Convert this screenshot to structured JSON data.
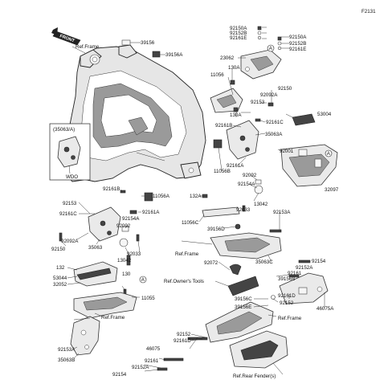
{
  "page_id": "F2131",
  "front_label": "FRONT",
  "callouts": {
    "A": "A"
  },
  "inset_box": {
    "title": "(35063/A)",
    "sub_label": "WDO"
  },
  "parts": {
    "p92150a_t": "92150A",
    "p92152b_t": "92152B",
    "p92161e_t": "92161E",
    "p92150a_r": "92150A",
    "p92152b_r": "92152B",
    "p92161e_r": "92161E",
    "p39156": "39156",
    "p39156a": "39156A",
    "p23062": "23062",
    "p130a_1": "130A",
    "p11056": "11056",
    "p92150_r": "92150",
    "p92092a_r": "92092A",
    "p92153_r": "92153",
    "p53004": "53004",
    "p130a_2": "130A",
    "p92161c_r": "92161C",
    "p92161b_r": "92161B",
    "p35063a": "35063A",
    "p92001": "92001",
    "p92161a_r": "92161A",
    "p11056b": "11056B",
    "p92092_r": "92092",
    "p92154a_r": "92154A",
    "p32097": "32097",
    "p132a": "132A",
    "p92033_r": "92033",
    "p13042_r": "13042",
    "p11056c": "11056C",
    "p39156d": "39156D",
    "p92153a_r": "92153A",
    "p92161b_l": "92161B",
    "p11056a": "11056A",
    "p92153_l": "92153",
    "p92161c_l": "92161C",
    "p92161a_l": "92161A",
    "p92154a_l": "92154A",
    "p92092_l": "92092",
    "p92092a_l": "92092A",
    "p92150_l": "92150",
    "p35063": "35063",
    "p92033_l": "92033",
    "p13042_l": "13042",
    "p92072": "92072",
    "p35063c": "35063C",
    "p92154_r": "92154",
    "p92152a_r": "92152A",
    "p92161_r": "92161",
    "p132": "132",
    "p53044": "53044",
    "p32052": "32052",
    "p130_l": "130",
    "p11055": "11055",
    "p39156b": "39156B",
    "p39156c": "39156C",
    "p39156e": "39156E",
    "p92161d_r": "92161D",
    "p92152_r": "92152",
    "p46075a": "46075A",
    "p92153a_l": "92153A",
    "p35063b": "35063B",
    "p92152_b": "92152",
    "p92161d_b": "92161D",
    "p46075": "46075",
    "p92161_b": "92161",
    "p92152a_b": "92152A",
    "p92154_b": "92154"
  },
  "refs": {
    "frame_top": "Ref.Frame",
    "frame_mid": "Ref.Frame",
    "frame_left": "Ref.Frame",
    "frame_right": "Ref.Frame",
    "owners_tools": "Ref.Owner's Tools",
    "rear_fender": "Ref.Rear Fender(s)"
  },
  "colors": {
    "line": "#222222",
    "part_fill": "#eaeaea",
    "shade": "#9a9a9a"
  }
}
